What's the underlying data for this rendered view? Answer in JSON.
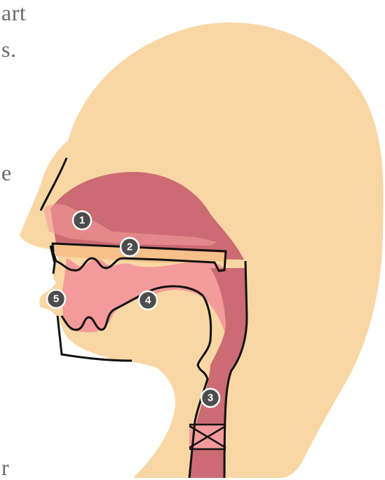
{
  "text_fragments": {
    "top_line": "art",
    "second_line": "s.",
    "middle_line": "e",
    "bottom_line": "r"
  },
  "markers": [
    {
      "id": "1",
      "label": "1"
    },
    {
      "id": "2",
      "label": "2"
    },
    {
      "id": "3",
      "label": "3"
    },
    {
      "id": "4",
      "label": "4"
    },
    {
      "id": "5",
      "label": "5"
    }
  ],
  "colors": {
    "skin": "#f8d7a4",
    "outline": "#111111",
    "cavity_dark": "#cc6b73",
    "cavity_light": "#f39a9a",
    "tissue_light": "#f6c08a",
    "marker_fill": "#4d4d4d",
    "marker_text": "#ffffff",
    "text_grey": "#6a6a6a"
  }
}
